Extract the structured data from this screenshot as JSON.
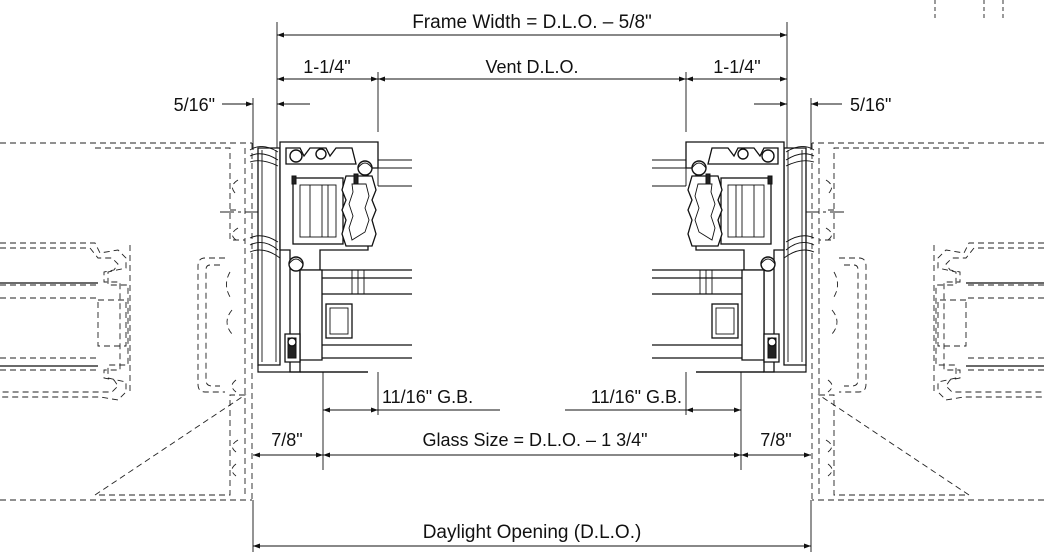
{
  "dimensions": {
    "frame_width": "Frame Width = D.L.O. – 5/8\"",
    "vent_dlo": "Vent D.L.O.",
    "left_vent_offset": "1-1/4\"",
    "right_vent_offset": "1-1/4\"",
    "left_frame_offset": "5/16\"",
    "right_frame_offset": "5/16\"",
    "left_glass_bite": "11/16\" G.B.",
    "right_glass_bite": "11/16\" G.B.",
    "glass_size": "Glass Size = D.L.O. – 1 3/4\"",
    "left_glass_clear": "7/8\"",
    "right_glass_clear": "7/8\"",
    "daylight_opening": "Daylight Opening (D.L.O.)"
  }
}
